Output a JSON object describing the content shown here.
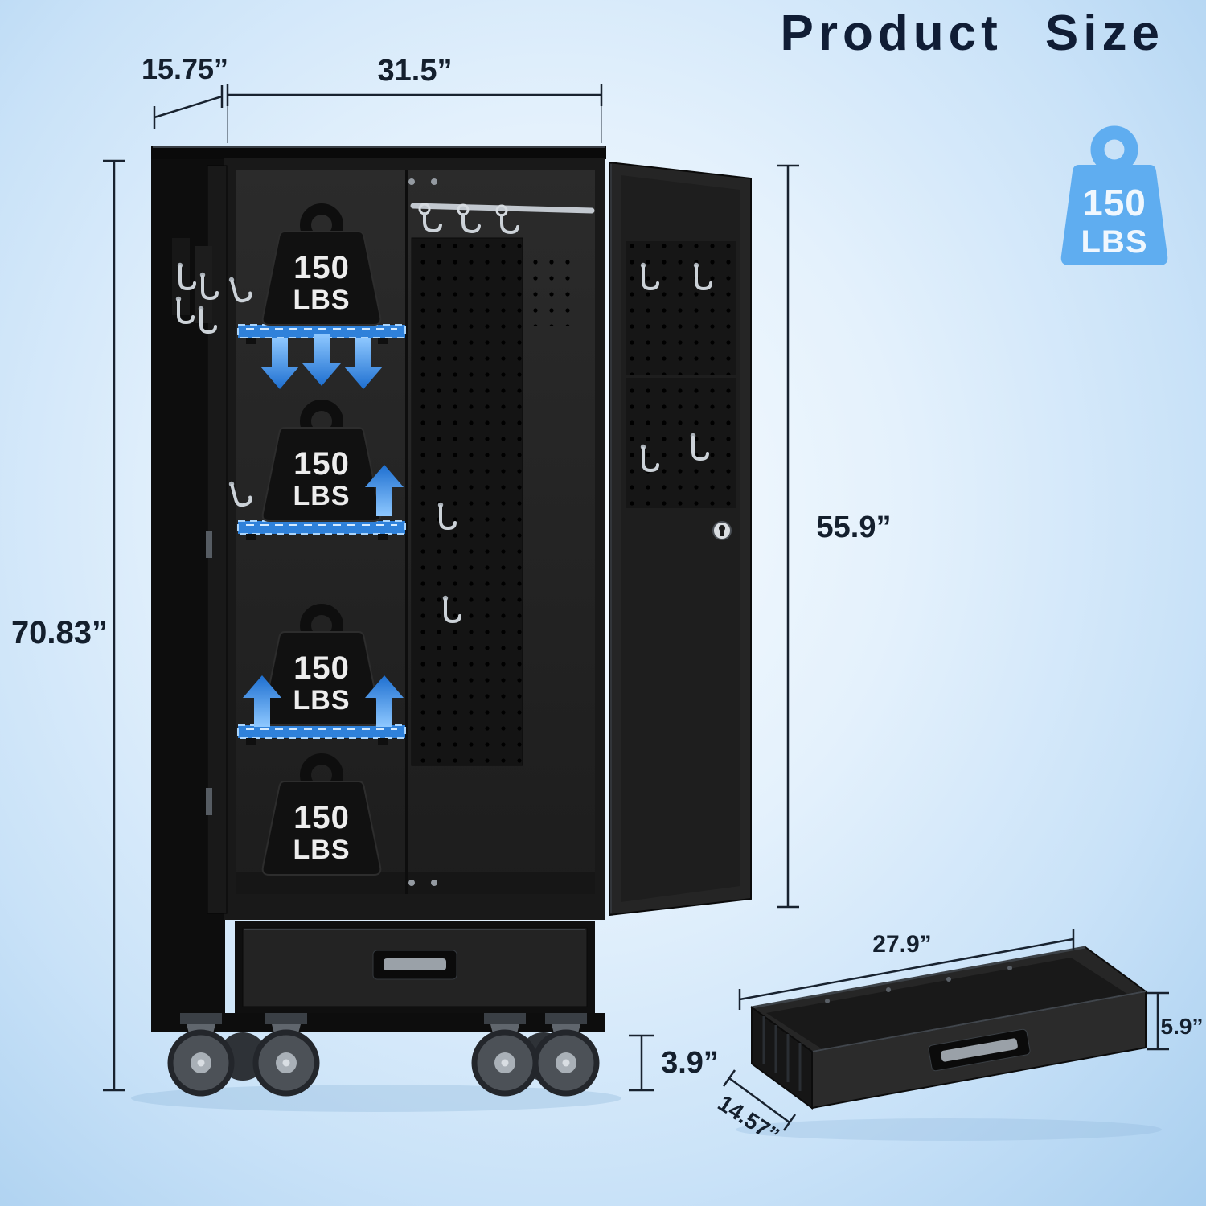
{
  "title": "Product Size",
  "badge": {
    "value": "150",
    "unit": "LBS"
  },
  "cabinet": {
    "weights": [
      {
        "value": "150",
        "unit": "LBS"
      },
      {
        "value": "150",
        "unit": "LBS"
      },
      {
        "value": "150",
        "unit": "LBS"
      },
      {
        "value": "150",
        "unit": "LBS"
      }
    ]
  },
  "dimensions": {
    "depth": "15.75”",
    "width": "31.5”",
    "height": "70.83”",
    "door_height": "55.9”",
    "caster_height": "3.9”",
    "drawer_width": "27.9”",
    "drawer_height": "5.9”",
    "drawer_depth": "14.57”"
  }
}
